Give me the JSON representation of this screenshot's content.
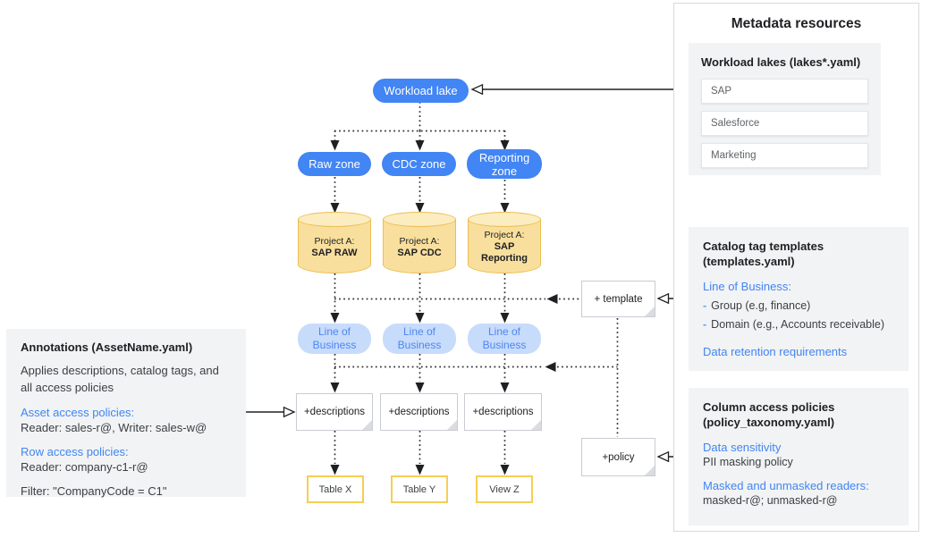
{
  "colors": {
    "accent_blue": "#4285F4",
    "light_blue_pill": "#C7DBFB",
    "cylinder_fill": "#F9DF9D",
    "cylinder_stroke": "#ECBE54",
    "table_border": "#F6CE55",
    "panel_gray": "#F1F3F4"
  },
  "diagram": {
    "workload_lake_label": "Workload lake",
    "zones": [
      "Raw zone",
      "CDC zone",
      "Reporting zone"
    ],
    "projects": [
      {
        "prefix": "Project A:",
        "name": "SAP RAW"
      },
      {
        "prefix": "Project A:",
        "name": "SAP CDC"
      },
      {
        "prefix": "Project A:",
        "name": "SAP Reporting"
      }
    ],
    "lob_labels": [
      "Line of Business",
      "Line of Business",
      "Line of Business"
    ],
    "description_notes": [
      "+descriptions",
      "+descriptions",
      "+descriptions"
    ],
    "template_note": "+ template",
    "policy_note": "+policy",
    "outputs": [
      "Table X",
      "Table Y",
      "View Z"
    ]
  },
  "annotations_panel": {
    "title": "Annotations (AssetName.yaml)",
    "description": "Applies descriptions, catalog tags, and all access policies",
    "asset_heading": "Asset access policies:",
    "asset_text": "Reader: sales-r@, Writer: sales-w@",
    "row_heading": "Row access policies:",
    "row_text": "Reader: company-c1-r@",
    "filter_text": "Filter: \"CompanyCode = C1\""
  },
  "metadata_panel": {
    "title": "Metadata resources",
    "workload_lakes": {
      "heading": "Workload lakes (lakes*.yaml)",
      "items": [
        "SAP",
        "Salesforce",
        "Marketing"
      ]
    },
    "catalog_templates": {
      "heading": "Catalog tag templates (templates.yaml)",
      "lob_heading": "Line of Business:",
      "bullet_marker": "-",
      "bullets": [
        "Group (e.g, finance)",
        "Domain (e.g., Accounts receivable)"
      ],
      "retention_heading": "Data retention requirements"
    },
    "column_policies": {
      "heading": "Column access policies (policy_taxonomy.yaml)",
      "sensitivity_heading": "Data sensitivity",
      "sensitivity_text": "PII masking policy",
      "readers_heading": "Masked and unmasked readers:",
      "readers_text": "masked-r@; unmasked-r@"
    }
  }
}
